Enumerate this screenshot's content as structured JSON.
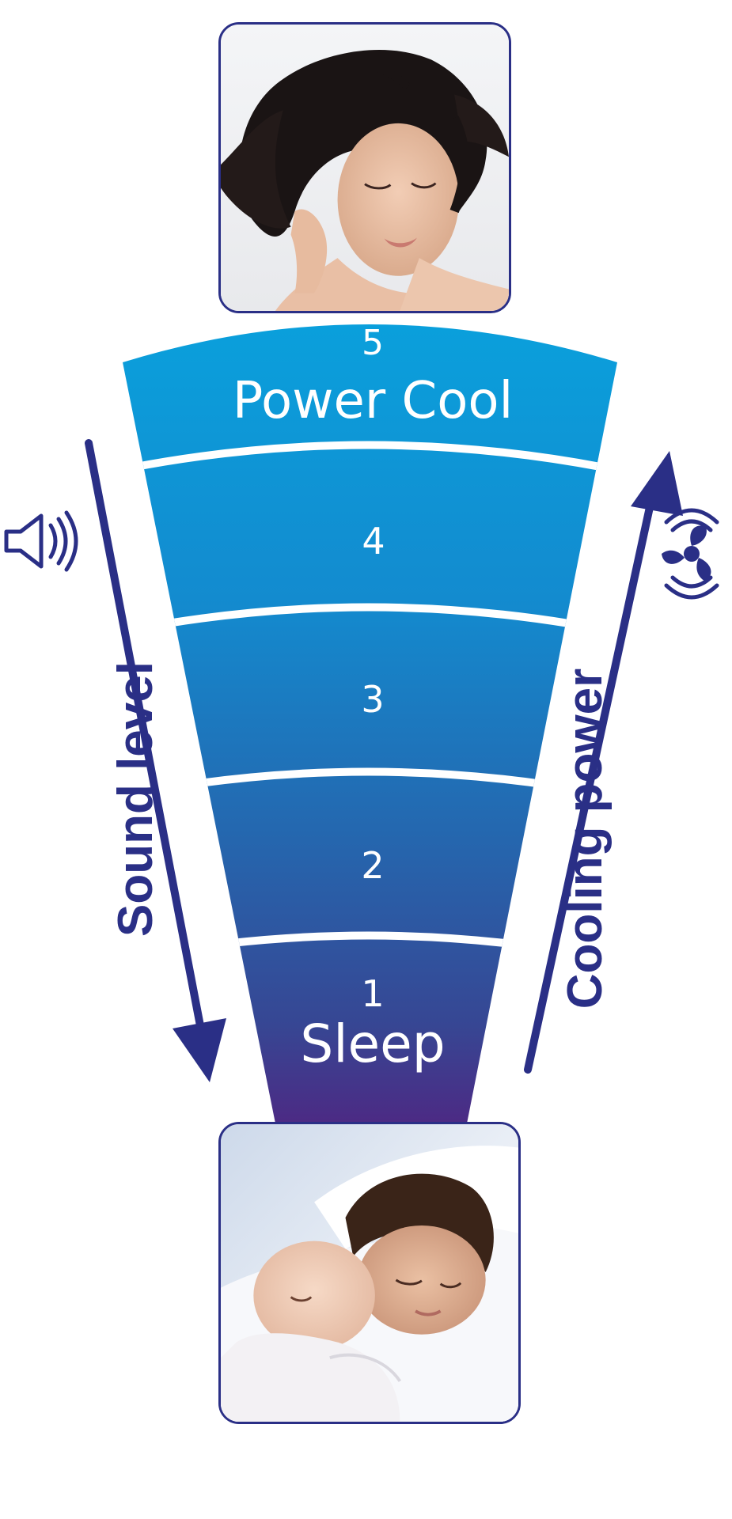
{
  "levels": [
    {
      "number": "5",
      "name": "Power Cool"
    },
    {
      "number": "4",
      "name": ""
    },
    {
      "number": "3",
      "name": ""
    },
    {
      "number": "2",
      "name": ""
    },
    {
      "number": "1",
      "name": "Sleep"
    }
  ],
  "labels": {
    "sound": "Sound level",
    "cooling": "Cooling power"
  },
  "icons": {
    "sound": "speaker-icon",
    "cooling": "fan-icon"
  },
  "photos": {
    "top": "woman-with-windblown-hair-photo",
    "bottom": "mother-and-baby-sleeping-photo"
  },
  "colors": {
    "top_band": "#0aa0dc",
    "bottom_band": "#4c2a84",
    "accent": "#2a2f86",
    "separator": "#ffffff"
  }
}
